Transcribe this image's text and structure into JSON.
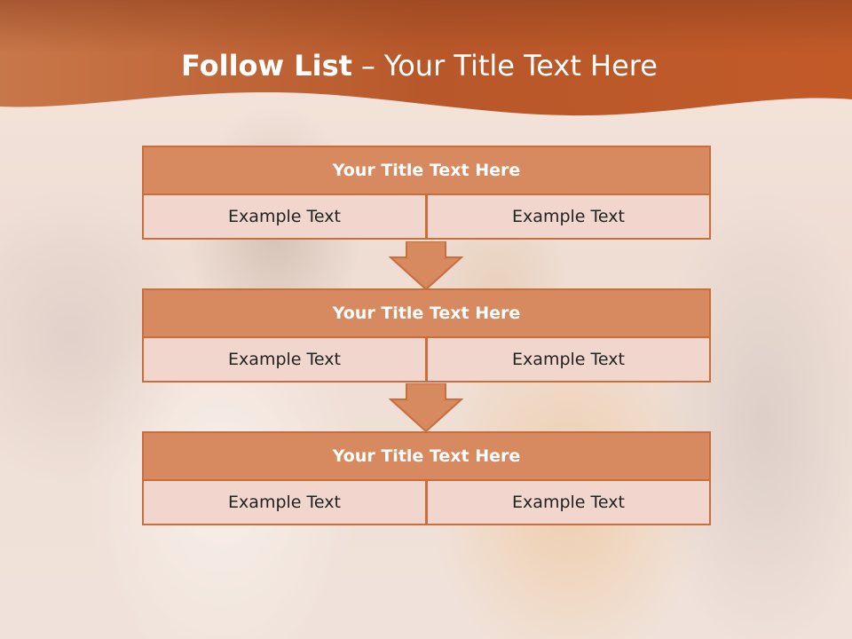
{
  "slide": {
    "title_bold": "Follow List",
    "title_separator": "–",
    "title_rest": "Your Title Text Here"
  },
  "blocks": [
    {
      "title": "Your Title Text Here",
      "cells": [
        "Example Text",
        "Example Text"
      ]
    },
    {
      "title": "Your Title Text Here",
      "cells": [
        "Example Text",
        "Example Text"
      ]
    },
    {
      "title": "Your Title Text Here",
      "cells": [
        "Example Text",
        "Example Text"
      ]
    }
  ],
  "colors": {
    "header": "#c9652f",
    "title_fill": "#d7895f",
    "cell_fill": "#f0d6cc",
    "border": "#c96d3c"
  }
}
